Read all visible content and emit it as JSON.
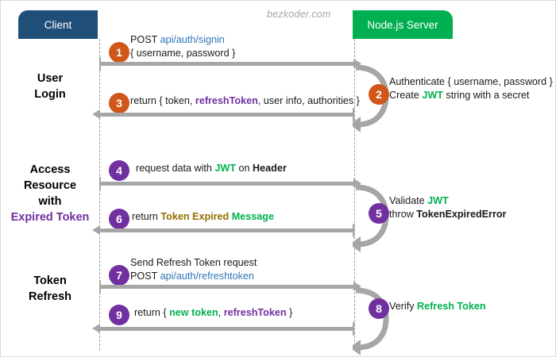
{
  "watermark": "bezkoder.com",
  "actors": {
    "client": {
      "label": "Client",
      "color": "#1F4E79"
    },
    "server": {
      "label": "Node.js Server",
      "color": "#00B050"
    }
  },
  "phases": [
    {
      "name": "user-login",
      "line1": "User",
      "line2": "Login",
      "line3": "",
      "line4": ""
    },
    {
      "name": "access-resource",
      "line1": "Access",
      "line2": "Resource",
      "line3": "with",
      "line4": "Expired Token"
    },
    {
      "name": "token-refresh",
      "line1": "Token",
      "line2": "Refresh",
      "line3": "",
      "line4": ""
    }
  ],
  "steps": [
    {
      "number": "1",
      "color": "#D1561A",
      "direction": "client-to-server",
      "line1": {
        "plain1": "POST ",
        "link": "api/auth/signin"
      },
      "line2": {
        "plain1": "{ username, password }"
      }
    },
    {
      "number": "2",
      "color": "#D1561A",
      "direction": "server-self",
      "line1": {
        "plain1": "Authenticate { username, password }"
      },
      "line2": {
        "plain1": "Create ",
        "green": "JWT",
        "plain2": " string with a secret"
      }
    },
    {
      "number": "3",
      "color": "#D1561A",
      "direction": "server-to-client",
      "line1": {
        "plain1": "return { token, ",
        "purple": "refreshToken",
        "plain2": ", user info, authorities }"
      }
    },
    {
      "number": "4",
      "color": "#7030A0",
      "direction": "client-to-server",
      "line1": {
        "plain1": "request data with ",
        "green": "JWT",
        "plain2": " on ",
        "bold": "Header"
      }
    },
    {
      "number": "5",
      "color": "#7030A0",
      "direction": "server-self",
      "line1": {
        "plain1": "Validate ",
        "green": "JWT"
      },
      "line2": {
        "plain1": "throw ",
        "bold": "TokenExpiredError"
      }
    },
    {
      "number": "6",
      "color": "#7030A0",
      "direction": "server-to-client",
      "line1": {
        "plain1": "return ",
        "olive": "Token Expired",
        "plain2": " ",
        "green": "Message"
      }
    },
    {
      "number": "7",
      "color": "#7030A0",
      "direction": "client-to-server",
      "line1": {
        "plain1": "Send Refresh Token request"
      },
      "line2": {
        "plain1": "POST ",
        "link": "api/auth/refreshtoken"
      }
    },
    {
      "number": "8",
      "color": "#7030A0",
      "direction": "server-self",
      "line1": {
        "plain1": "Verify ",
        "green": "Refresh Token"
      }
    },
    {
      "number": "9",
      "color": "#7030A0",
      "direction": "server-to-client",
      "line1": {
        "plain1": "return { ",
        "green": "new token",
        "plain2": ", ",
        "purple": "refreshToken",
        "plain3": " }"
      }
    }
  ],
  "colors": {
    "client_header": "#1F4E79",
    "server_header": "#00B050",
    "orange_step": "#D1561A",
    "purple_step": "#7030A0",
    "arrow_gray": "#A6A6A6",
    "lifeline_gray": "#9B9B9B",
    "link_blue": "#2E75B6",
    "green_accent": "#00B050",
    "purple_accent": "#7030A0",
    "olive_accent": "#927000"
  }
}
